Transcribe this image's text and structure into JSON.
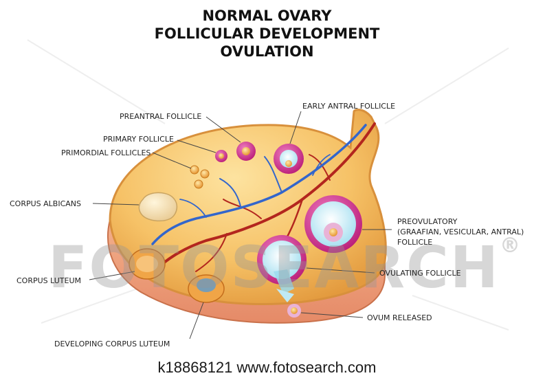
{
  "title": {
    "line1": "NORMAL OVARY",
    "line2": "FOLLICULAR DEVELOPMENT",
    "line3": "OVULATION"
  },
  "labels": {
    "preantral": "PREANTRAL FOLLICLE",
    "primary": "PRIMARY FOLLICLE",
    "primordial": "PRIMORDIAL FOLLICLES",
    "early_antral": "EARLY ANTRAL FOLLICLE",
    "corpus_albicans": "CORPUS ALBICANS",
    "preovulatory_1": "PREOVULATORY",
    "preovulatory_2": "(GRAAFIAN, VESICULAR, ANTRAL)",
    "preovulatory_3": "FOLLICLE",
    "corpus_luteum": "CORPUS LUTEUM",
    "ovulating": "OVULATING FOLLICLE",
    "ovum_released": "OVUM RELEASED",
    "developing_corpus_luteum": "DEVELOPING CORPUS LUTEUM"
  },
  "watermark": {
    "text": "FOTOSEARCH",
    "mark": "®"
  },
  "footer": {
    "text": "k18868121  www.fotosearch.com"
  },
  "colors": {
    "stroma": "#f6c267",
    "cortex_rim": "#e0a24a",
    "cut_face": "#f0a07a",
    "artery": "#b3261e",
    "vein": "#3366cc",
    "follicle_pink": "#d0338f",
    "antrum": "#bfe9f5"
  }
}
